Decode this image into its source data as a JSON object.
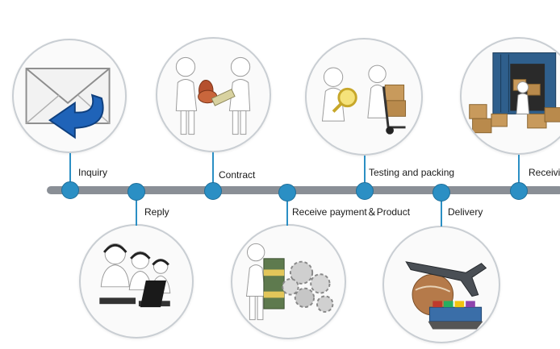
{
  "colors": {
    "accent": "#2b8fc4",
    "timeline": "#8a8f96",
    "circle_border": "#c9ced3"
  },
  "steps": [
    {
      "label": "Inquiry",
      "icon": "envelope-reply-icon"
    },
    {
      "label": "Reply",
      "icon": "call-center-icon"
    },
    {
      "label": "Contract",
      "icon": "handshake-figures-icon"
    },
    {
      "label": "Receive payment＆Product",
      "icon": "money-gears-icon"
    },
    {
      "label": "Testing and packing",
      "icon": "inspection-packing-icon"
    },
    {
      "label": "Delivery",
      "icon": "airplane-globe-ship-icon"
    },
    {
      "label": "Receivi",
      "icon": "container-boxes-icon"
    }
  ]
}
